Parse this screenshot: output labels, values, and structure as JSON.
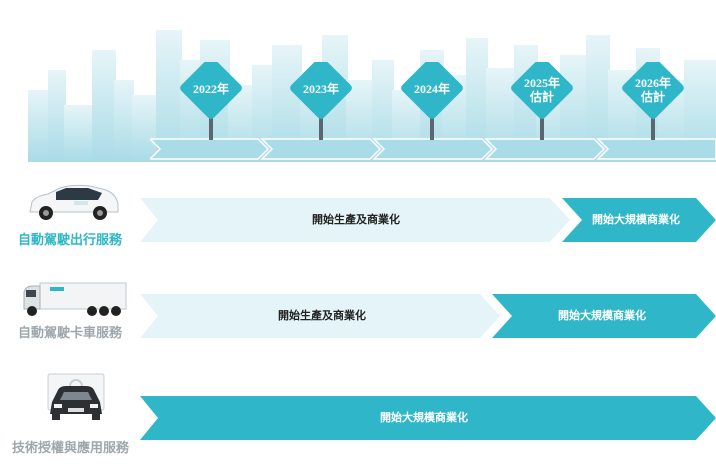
{
  "timeline": {
    "years": [
      {
        "year": "2022年",
        "note": ""
      },
      {
        "year": "2023年",
        "note": ""
      },
      {
        "year": "2024年",
        "note": ""
      },
      {
        "year": "2025年",
        "note": "估計"
      },
      {
        "year": "2026年",
        "note": "估計"
      }
    ]
  },
  "services": [
    {
      "label": "自動駕駛出行服務",
      "icon": "robotaxi-car-icon",
      "phases": [
        "開始生產及商業化",
        "開始大規模商業化"
      ]
    },
    {
      "label": "自動駕駛卡車服務",
      "icon": "autonomous-truck-icon",
      "phases": [
        "開始生產及商業化",
        "開始大規模商業化"
      ]
    },
    {
      "label": "技術授權與應用服務",
      "icon": "car-with-software-icon",
      "phases": [
        "開始大規模商業化"
      ]
    }
  ],
  "colors": {
    "teal": "#2fb7c9",
    "light_band": "#e4f4f8",
    "skyline": "#bfe3ec"
  }
}
